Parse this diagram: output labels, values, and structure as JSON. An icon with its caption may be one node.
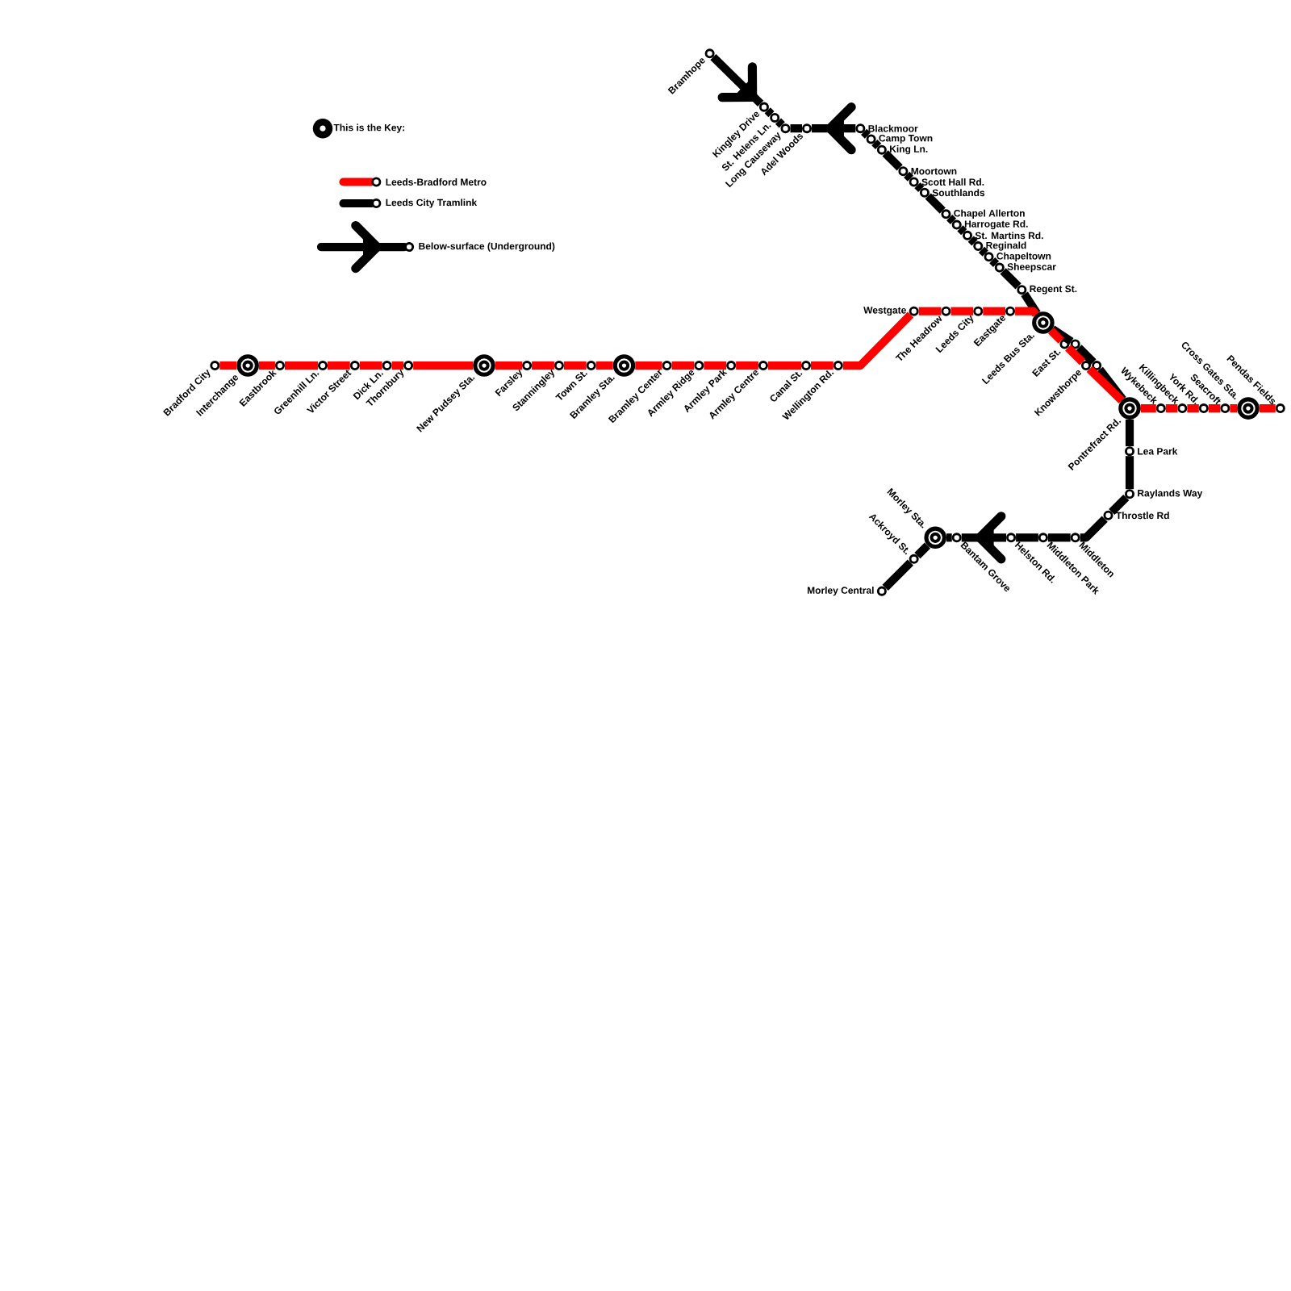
{
  "diagram": {
    "nodes": [
      {
        "text": [
          "Bramhope"
        ]
      },
      {
        "text": [
          "Kingley Drive"
        ]
      },
      {
        "text": [
          "St. Helens Ln."
        ]
      },
      {
        "text": [
          "Long Causeway"
        ]
      },
      {
        "text": [
          "Adel Woods"
        ]
      },
      {
        "text": [
          "Blackmoor"
        ]
      },
      {
        "text": [
          "Camp Town"
        ]
      },
      {
        "text": [
          "King Ln."
        ]
      },
      {
        "text": [
          "Moortown"
        ]
      },
      {
        "text": [
          "Scott Hall Rd."
        ]
      },
      {
        "text": [
          "Southlands"
        ]
      },
      {
        "text": [
          "Chapel Allerton"
        ]
      },
      {
        "text": [
          "Harrogate Rd."
        ]
      },
      {
        "text": [
          "St. Martins Rd."
        ]
      },
      {
        "text": [
          "Reginald"
        ]
      },
      {
        "text": [
          "Chapeltown"
        ]
      },
      {
        "text": [
          "Sheepscar"
        ]
      },
      {
        "text": [
          "Regent St."
        ]
      },
      {
        "text": [
          "Bradford City"
        ]
      },
      {
        "text": [
          "Interchange"
        ]
      },
      {
        "text": [
          "Eastbrook"
        ]
      },
      {
        "text": [
          "Greenhill Ln."
        ]
      },
      {
        "text": [
          "Victor Street"
        ]
      },
      {
        "text": [
          "Dick Ln."
        ]
      },
      {
        "text": [
          "Thornbury"
        ]
      },
      {
        "text": [
          "New Pudsey Sta."
        ]
      },
      {
        "text": [
          "Farsley"
        ]
      },
      {
        "text": [
          "Stanningley"
        ]
      },
      {
        "text": [
          "Town St."
        ]
      },
      {
        "text": [
          "Bramley Sta."
        ]
      },
      {
        "text": [
          "Bramley Center"
        ]
      },
      {
        "text": [
          "Armley Ridge"
        ]
      },
      {
        "text": [
          "Armley Park"
        ]
      },
      {
        "text": [
          "Armley Centre"
        ]
      },
      {
        "text": [
          "Canal St."
        ]
      },
      {
        "text": [
          "Wellington Rd."
        ]
      },
      {
        "text": [
          "Westgate"
        ]
      },
      {
        "text": [
          "The Headrow"
        ]
      },
      {
        "text": [
          "Leeds City"
        ]
      },
      {
        "text": [
          "Eastgate"
        ]
      },
      {
        "text": [
          "Leeds Bus Sta."
        ]
      },
      {
        "text": [
          "East St."
        ]
      },
      {
        "text": [],
        "shape": "circle"
      },
      {
        "text": [
          "Knowsthorpe"
        ]
      },
      {
        "text": [],
        "shape": "circle"
      },
      {
        "text": [
          "Pontrefract Rd."
        ]
      },
      {
        "text": [
          "Wykebeck"
        ]
      },
      {
        "text": [
          "Killingbeck"
        ]
      },
      {
        "text": [
          "York Rd."
        ]
      },
      {
        "text": [
          "Seacroft"
        ]
      },
      {
        "text": [
          "Cross Gates Sta."
        ]
      },
      {
        "text": [
          "Pendas Fields"
        ]
      },
      {
        "text": [
          "Lea Park"
        ]
      },
      {
        "text": [
          "Raylands Way"
        ]
      },
      {
        "text": [
          "Throstle Rd"
        ]
      },
      {
        "text": [
          "Middleton"
        ]
      },
      {
        "text": [
          "Middleton Park"
        ]
      },
      {
        "text": [
          "Helston Rd."
        ]
      },
      {
        "text": [
          "Bantam Grove"
        ]
      },
      {
        "text": [
          "Morley Sta."
        ]
      },
      {
        "text": [
          "Ackroyd St."
        ]
      },
      {
        "text": [
          "Morley Central"
        ]
      }
    ],
    "edges": [
      {
        "from": 0,
        "to": 1,
        "arrow": "to",
        "color": "#000000"
      },
      {
        "from": 1,
        "to": 2,
        "arrow": "none",
        "color": "#000000"
      },
      {
        "from": 2,
        "to": 3,
        "arrow": "none",
        "color": "#000000"
      },
      {
        "from": 3,
        "to": 4,
        "arrow": "none",
        "color": "#000000"
      },
      {
        "from": 5,
        "to": 4,
        "arrow": "to",
        "color": "#000000"
      },
      {
        "from": 5,
        "to": 6,
        "arrow": "none",
        "color": "#000000"
      },
      {
        "from": 6,
        "to": 7,
        "arrow": "none",
        "color": "#000000"
      },
      {
        "from": 7,
        "to": 8,
        "arrow": "none",
        "color": "#000000"
      },
      {
        "from": 8,
        "to": 9,
        "arrow": "none",
        "color": "#000000"
      },
      {
        "from": 9,
        "to": 10,
        "arrow": "none",
        "color": "#000000"
      },
      {
        "from": 10,
        "to": 11,
        "arrow": "none",
        "color": "#000000"
      },
      {
        "from": 11,
        "to": 12,
        "arrow": "none",
        "color": "#000000"
      },
      {
        "from": 12,
        "to": 13,
        "arrow": "none",
        "color": "#000000"
      },
      {
        "from": 13,
        "to": 14,
        "arrow": "none",
        "color": "#000000"
      },
      {
        "from": 14,
        "to": 15,
        "arrow": "none",
        "color": "#000000"
      },
      {
        "from": 15,
        "to": 16,
        "arrow": "none",
        "color": "#000000"
      },
      {
        "from": 16,
        "to": 17,
        "arrow": "none",
        "color": "#000000"
      },
      {
        "from": 17,
        "to": 40,
        "arrow": "none",
        "color": "#000000"
      },
      {
        "from": 40,
        "to": 42,
        "arrow": "none",
        "color": "#000000"
      },
      {
        "from": 42,
        "to": 44,
        "arrow": "none",
        "color": "#000000"
      },
      {
        "from": 44,
        "to": 45,
        "arrow": "none",
        "color": "#000000"
      },
      {
        "from": 45,
        "to": 52,
        "arrow": "none",
        "color": "#000000"
      },
      {
        "from": 52,
        "to": 53,
        "arrow": "none",
        "color": "#000000"
      },
      {
        "from": 53,
        "to": 54,
        "arrow": "none",
        "color": "#000000"
      },
      {
        "from": 54,
        "to": 55,
        "arrow": "none",
        "color": "#000000"
      },
      {
        "from": 55,
        "to": 56,
        "arrow": "none",
        "color": "#000000"
      },
      {
        "from": 56,
        "to": 57,
        "arrow": "none",
        "color": "#000000"
      },
      {
        "from": 57,
        "to": 58,
        "arrow": "to",
        "color": "#000000"
      },
      {
        "from": 58,
        "to": 59,
        "arrow": "none",
        "color": "#000000"
      },
      {
        "from": 59,
        "to": 60,
        "arrow": "none",
        "color": "#000000"
      },
      {
        "from": 60,
        "to": 61,
        "arrow": "none",
        "color": "#000000"
      },
      {
        "from": 18,
        "to": 19,
        "arrow": "none",
        "color": "#ff0000"
      },
      {
        "from": 19,
        "to": 20,
        "arrow": "none",
        "color": "#ff0000"
      },
      {
        "from": 20,
        "to": 21,
        "arrow": "none",
        "color": "#ff0000"
      },
      {
        "from": 21,
        "to": 22,
        "arrow": "none",
        "color": "#ff0000"
      },
      {
        "from": 22,
        "to": 23,
        "arrow": "none",
        "color": "#ff0000"
      },
      {
        "from": 23,
        "to": 24,
        "arrow": "none",
        "color": "#ff0000"
      },
      {
        "from": 24,
        "to": 25,
        "arrow": "none",
        "color": "#ff0000"
      },
      {
        "from": 25,
        "to": 26,
        "arrow": "none",
        "color": "#ff0000"
      },
      {
        "from": 26,
        "to": 27,
        "arrow": "none",
        "color": "#ff0000"
      },
      {
        "from": 27,
        "to": 28,
        "arrow": "none",
        "color": "#ff0000"
      },
      {
        "from": 28,
        "to": 29,
        "arrow": "none",
        "color": "#ff0000"
      },
      {
        "from": 29,
        "to": 30,
        "arrow": "none",
        "color": "#ff0000"
      },
      {
        "from": 30,
        "to": 31,
        "arrow": "none",
        "color": "#ff0000"
      },
      {
        "from": 31,
        "to": 32,
        "arrow": "none",
        "color": "#ff0000"
      },
      {
        "from": 32,
        "to": 33,
        "arrow": "none",
        "color": "#ff0000"
      },
      {
        "from": 33,
        "to": 34,
        "arrow": "none",
        "color": "#ff0000"
      },
      {
        "from": 34,
        "to": 35,
        "arrow": "none",
        "color": "#ff0000"
      },
      {
        "from": 35,
        "to": 36,
        "arrow": "none",
        "color": "#ff0000"
      },
      {
        "from": 36,
        "to": 37,
        "arrow": "none",
        "color": "#ff0000"
      },
      {
        "from": 37,
        "to": 38,
        "arrow": "none",
        "color": "#ff0000"
      },
      {
        "from": 38,
        "to": 39,
        "arrow": "none",
        "color": "#ff0000"
      },
      {
        "from": 39,
        "to": 40,
        "arrow": "none",
        "color": "#ff0000"
      },
      {
        "from": 40,
        "to": 41,
        "arrow": "none",
        "color": "#ff0000"
      },
      {
        "from": 41,
        "to": 43,
        "arrow": "none",
        "color": "#ff0000"
      },
      {
        "from": 43,
        "to": 45,
        "arrow": "none",
        "color": "#ff0000"
      },
      {
        "from": 45,
        "to": 46,
        "arrow": "none",
        "color": "#ff0000"
      },
      {
        "from": 46,
        "to": 47,
        "arrow": "none",
        "color": "#ff0000"
      },
      {
        "from": 47,
        "to": 48,
        "arrow": "none",
        "color": "#ff0000"
      },
      {
        "from": 48,
        "to": 49,
        "arrow": "none",
        "color": "#ff0000"
      },
      {
        "from": 49,
        "to": 50,
        "arrow": "none",
        "color": "#ff0000"
      },
      {
        "from": 50,
        "to": 51,
        "arrow": "none",
        "color": "#ff0000"
      }
    ],
    "labels": [
      "This is the Key:"
    ],
    "legend": [
      {
        "text": "Leeds-Bradford Metro",
        "color": "#ff0000"
      },
      {
        "text": "Leeds City Tramlink",
        "color": "#000000"
      },
      {
        "text": "Below-surface (Underground)"
      }
    ]
  }
}
